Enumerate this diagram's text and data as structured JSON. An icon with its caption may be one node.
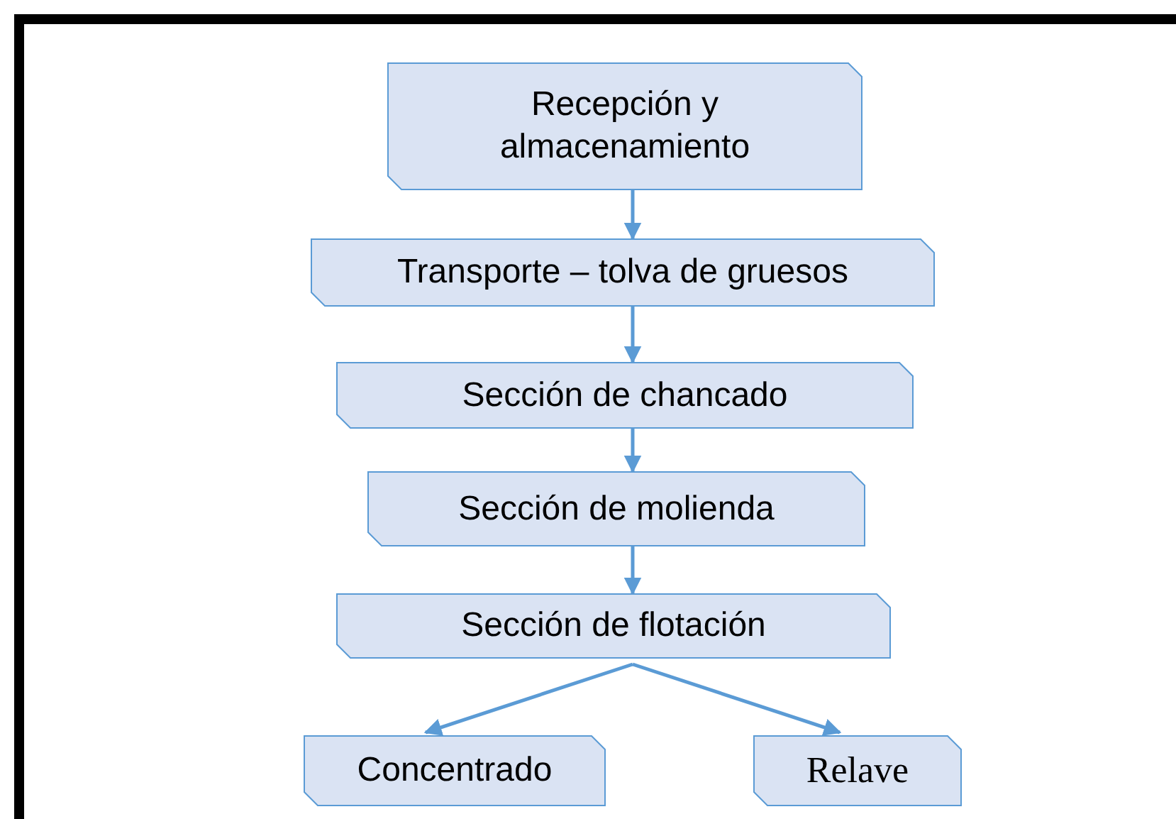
{
  "diagram": {
    "nodes": [
      {
        "text": [
          "Recepción y almacenamiento"
        ]
      },
      {
        "text": [
          "Transporte – tolva de gruesos"
        ]
      },
      {
        "text": [
          "Sección de chancado"
        ]
      },
      {
        "text": [
          "Sección de molienda"
        ]
      },
      {
        "text": [
          "Sección de flotación"
        ]
      },
      {
        "text": [
          "Concentrado"
        ]
      },
      {
        "text": [
          "Relave"
        ]
      }
    ],
    "edges": [
      {
        "from": 0,
        "to": 1,
        "arrow": "to"
      },
      {
        "from": 1,
        "to": 2,
        "arrow": "to"
      },
      {
        "from": 2,
        "to": 3,
        "arrow": "to"
      },
      {
        "from": 3,
        "to": 4,
        "arrow": "to"
      },
      {
        "from": 4,
        "to": 5,
        "arrow": "to"
      },
      {
        "from": 4,
        "to": 6,
        "arrow": "to"
      }
    ]
  }
}
